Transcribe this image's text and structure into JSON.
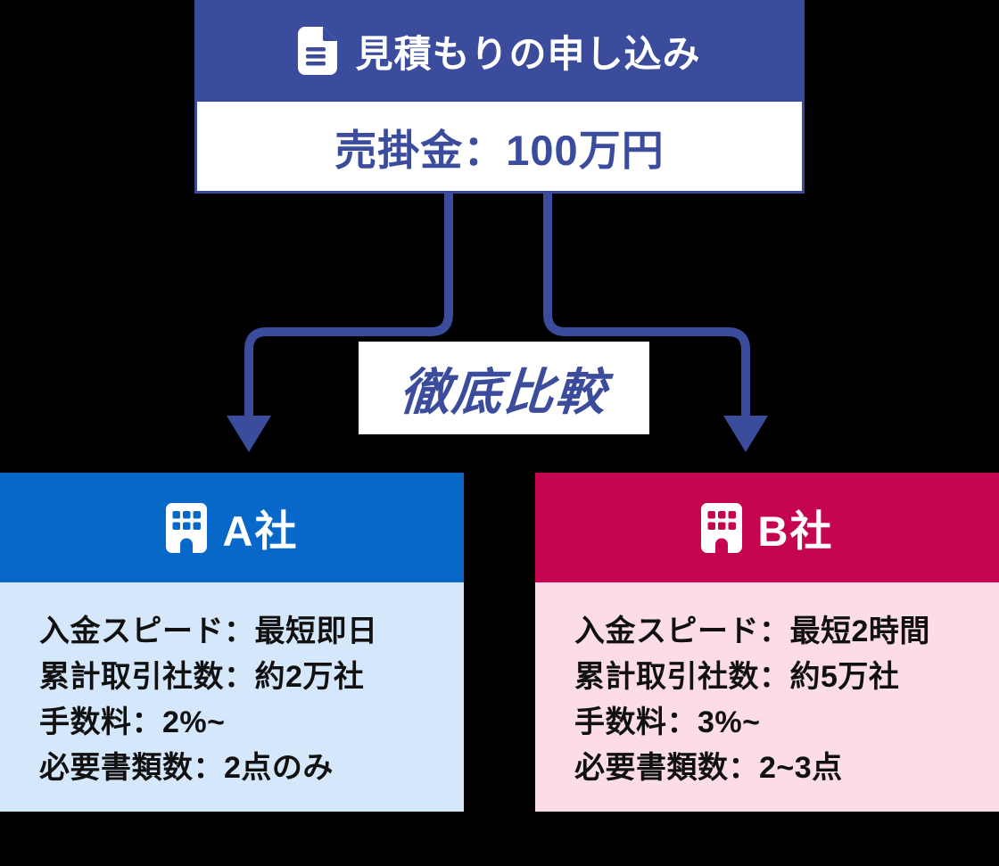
{
  "colors": {
    "page_background": "#000000",
    "indigo_accent": "#3C4C9D",
    "company_a_header": "#0768C9",
    "company_a_body": "#D5E7FA",
    "company_b_header": "#C5054F",
    "company_b_body": "#FCDCE9",
    "detail_text": "#111111"
  },
  "top_box": {
    "icon": "document-icon",
    "title": "見積もりの申し込み",
    "subtitle": "売掛金：100万円"
  },
  "comparison": {
    "label": "徹底比較"
  },
  "companies": [
    {
      "icon": "building-icon",
      "name": "A社",
      "details": [
        "入金スピード：最短即日",
        "累計取引社数：約2万社",
        "手数料：2%~",
        "必要書類数：2点のみ"
      ]
    },
    {
      "icon": "building-icon",
      "name": "B社",
      "details": [
        "入金スピード：最短2時間",
        "累計取引社数：約5万社",
        "手数料：3%~",
        "必要書類数：2~3点"
      ]
    }
  ]
}
